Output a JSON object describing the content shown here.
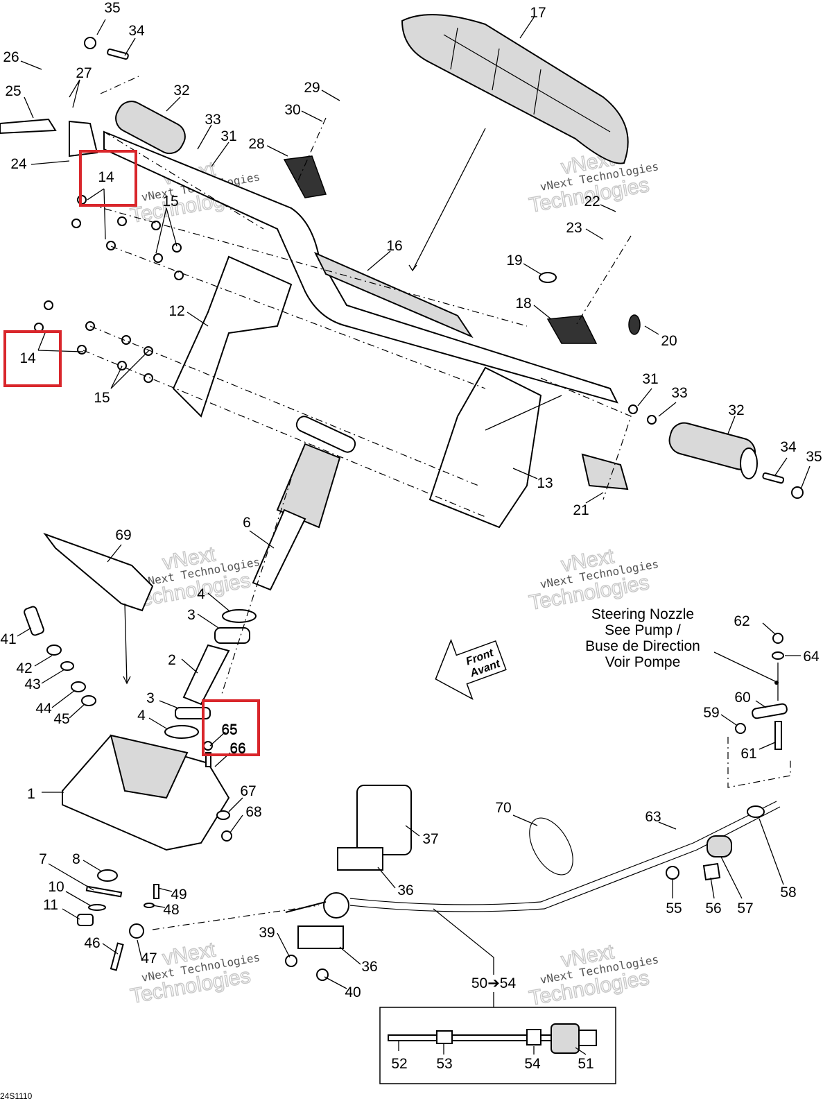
{
  "callouts": [
    "35",
    "34",
    "26",
    "27",
    "25",
    "32",
    "33",
    "31",
    "24",
    "28",
    "29",
    "30",
    "17",
    "22",
    "23",
    "19",
    "18",
    "20",
    "16",
    "12",
    "15",
    "14",
    "31",
    "33",
    "32",
    "34",
    "35",
    "13",
    "21",
    "6",
    "69",
    "4",
    "3",
    "2",
    "3",
    "4",
    "65",
    "66",
    "1",
    "41",
    "42",
    "43",
    "44",
    "45",
    "67",
    "68",
    "7",
    "8",
    "10",
    "11",
    "46",
    "47",
    "49",
    "48",
    "37",
    "36",
    "36",
    "39",
    "40",
    "70",
    "63",
    "55",
    "56",
    "57",
    "58",
    "62",
    "64",
    "60",
    "59",
    "61",
    "52",
    "53",
    "54",
    "51"
  ],
  "highlighted_callouts": [
    "14",
    "14",
    "65",
    "66"
  ],
  "note_lines": [
    "Steering Nozzle",
    "See Pump /",
    "Buse de Direction",
    "Voir Pompe"
  ],
  "arrow_lines": [
    "Front",
    "Avant"
  ],
  "range_label": "50➔54",
  "watermark": {
    "line1": "vNext Technologies",
    "line2": "vNext",
    "line3": "Technologies"
  },
  "figure_ref": "24S1110",
  "colors": {
    "highlight": "#d9262b",
    "line": "#000000",
    "shade": "#d9d9d9"
  }
}
